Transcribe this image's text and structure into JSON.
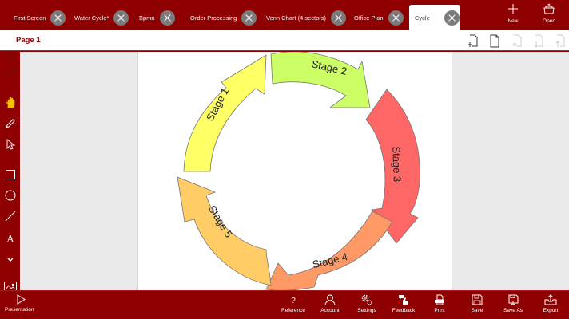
{
  "tabs": [
    {
      "label": "First Screen",
      "active": false
    },
    {
      "label": "Water Cycle*",
      "active": false
    },
    {
      "label": "Bpmn",
      "active": false
    },
    {
      "label": "Order Processing",
      "active": false
    },
    {
      "label": "Venn Chart (4 sectors)",
      "active": false
    },
    {
      "label": "Office Plan",
      "active": false
    },
    {
      "label": "Cycle",
      "active": true
    }
  ],
  "top_actions": {
    "new_label": "New",
    "open_label": "Open"
  },
  "page": {
    "title": "Page 1",
    "icons": [
      "add-page-icon",
      "page-icon",
      "delete-page-icon",
      "move-page-down-icon",
      "move-page-up-icon"
    ]
  },
  "left_tools": [
    "undo-icon",
    "redo-icon",
    "hand-pan-icon",
    "pencil-icon",
    "pointer-icon",
    "rectangle-icon",
    "circle-icon",
    "line-icon",
    "text-icon",
    "more-chevron-icon",
    "image-icon"
  ],
  "diagram": {
    "type": "cycle",
    "stages": [
      {
        "label": "Stage 1",
        "color": "#ffff66"
      },
      {
        "label": "Stage 2",
        "color": "#ccff66"
      },
      {
        "label": "Stage 3",
        "color": "#ff6666"
      },
      {
        "label": "Stage 4",
        "color": "#ff9966"
      },
      {
        "label": "Stage 5",
        "color": "#ffcc66"
      }
    ]
  },
  "bottom": {
    "presentation_label": "Presentation",
    "reference_label": "Reference",
    "account_label": "Account",
    "settings_label": "Settings",
    "feedback_label": "Feedback",
    "print_label": "Print",
    "save_label": "Save",
    "save_as_label": "Save As",
    "export_label": "Export"
  },
  "colors": {
    "brand": "#8e0000",
    "accent_hand": "#f5c000"
  }
}
